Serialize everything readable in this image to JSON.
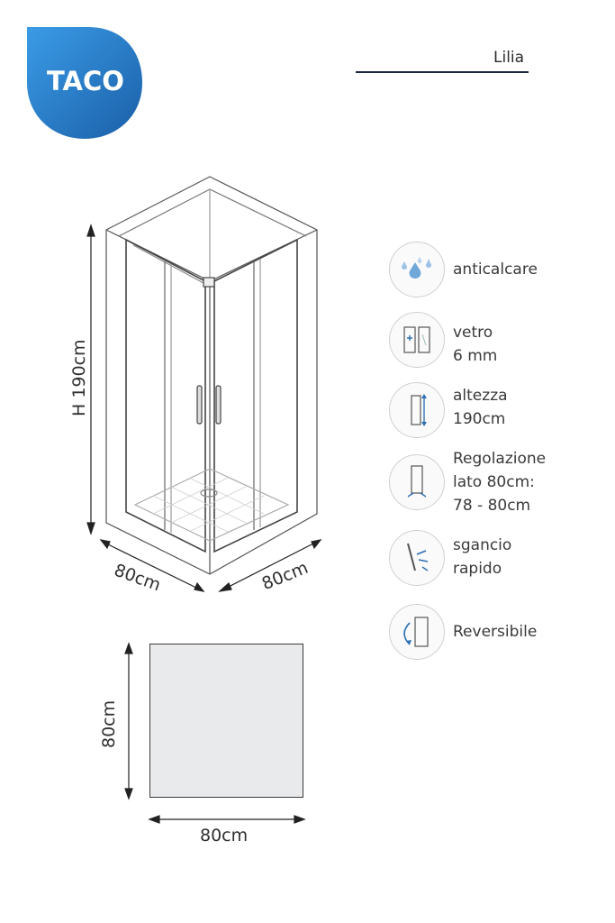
{
  "brand": {
    "logo_text": "TACO",
    "colors": {
      "logo_blue": "#2b86d4",
      "logo_dark": "#1a5fa8"
    }
  },
  "header": {
    "product_name": "Lilia"
  },
  "dimensions": {
    "height": "H 190cm",
    "width_left": "80cm",
    "width_right": "80cm",
    "tray_side": "80cm",
    "tray_bottom": "80cm"
  },
  "features": [
    {
      "icon": "water-drops-icon",
      "label": "anticalcare"
    },
    {
      "icon": "glass-pane-icon",
      "label": "vetro\n6 mm"
    },
    {
      "icon": "height-icon",
      "label": "altezza\n190cm"
    },
    {
      "icon": "adjustment-icon",
      "label": "Regolazione\nlato 80cm:\n78 - 80cm"
    },
    {
      "icon": "quick-release-icon",
      "label": "sgancio\nrapido"
    },
    {
      "icon": "reversible-icon",
      "label": "Reversibile"
    }
  ]
}
